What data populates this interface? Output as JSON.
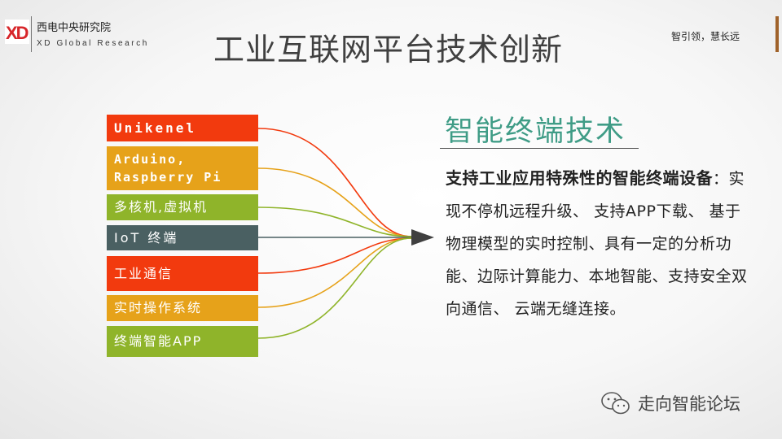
{
  "header": {
    "logo_mark": "XD",
    "logo_name_cn": "西电中央研究院",
    "logo_name_en": "XD Global Research",
    "title": "工业互联网平台技术创新",
    "slogan": "智引领，慧长远"
  },
  "labels": [
    {
      "text": "Unikenel",
      "color": "#f23a0e"
    },
    {
      "text": "Arduino,\nRaspberry Pi",
      "color": "#e6a21a"
    },
    {
      "text": "多核机,虚拟机",
      "color": "#8fb42a"
    },
    {
      "text": "IoT 终端",
      "color": "#4a6062"
    },
    {
      "text": "工业通信",
      "color": "#f23a0e"
    },
    {
      "text": "实时操作系统",
      "color": "#e6a21a"
    },
    {
      "text": "终端智能APP",
      "color": "#8fb42a"
    }
  ],
  "section": {
    "heading": "智能终端技术",
    "lead_bold": "支持工业应用特殊性的智能终端设备",
    "body": "：实现不停机远程升级、 支持APP下载、 基于物理模型的实时控制、具有一定的分析功能、边际计算能力、本地智能、支持安全双向通信、 云端无缝连接。"
  },
  "footer": {
    "wechat_icon": "wechat-icon",
    "account_name": "走向智能论坛"
  }
}
